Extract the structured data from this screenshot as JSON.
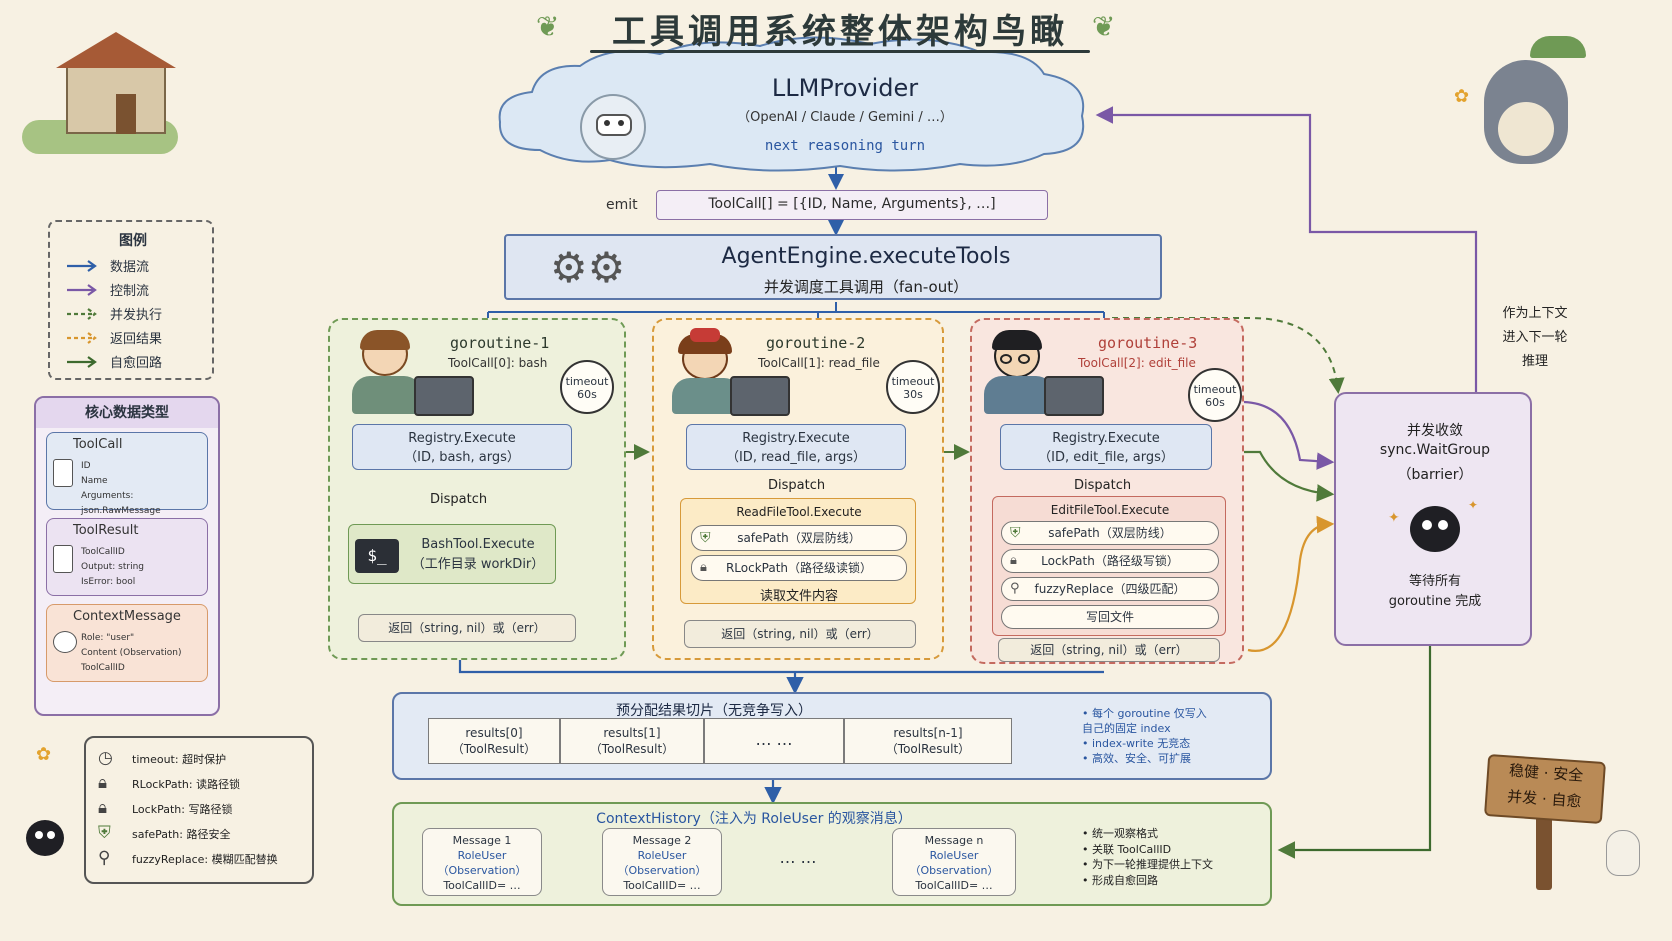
{
  "title": "工具调用系统整体架构鸟瞰",
  "llm": {
    "title": "LLMProvider",
    "subtitle": "（OpenAI / Claude / Gemini / …）",
    "turn": "next reasoning turn"
  },
  "emit": {
    "label": "emit",
    "signature": "ToolCall[]  =  [{ID, Name,  Arguments}, …]"
  },
  "engine": {
    "title": "AgentEngine.executeTools",
    "subtitle": "并发调度工具调用（fan-out）"
  },
  "lanes": [
    {
      "title": "goroutine-1",
      "sub": "ToolCall[0]: bash",
      "timeout": "timeout",
      "timeout_val": "60s",
      "reg_line1": "Registry.Execute",
      "reg_line2": "（ID, bash, args）",
      "dispatch": "Dispatch",
      "tool_line1": "BashTool.Execute",
      "tool_line2": "（工作目录 workDir）",
      "ret": "返回（string, nil）或（err）"
    },
    {
      "title": "goroutine-2",
      "sub": "ToolCall[1]: read_file",
      "timeout": "timeout",
      "timeout_val": "30s",
      "reg_line1": "Registry.Execute",
      "reg_line2": "（ID, read_file, args）",
      "dispatch": "Dispatch",
      "tool_head": "ReadFileTool.Execute",
      "pills": [
        "safePath（双层防线）",
        "RLockPath（路径级读锁）"
      ],
      "plain": "读取文件内容",
      "ret": "返回（string, nil）或（err）"
    },
    {
      "title": "goroutine-3",
      "sub": "ToolCall[2]: edit_file",
      "timeout": "timeout",
      "timeout_val": "60s",
      "reg_line1": "Registry.Execute",
      "reg_line2": "（ID, edit_file, args）",
      "dispatch": "Dispatch",
      "tool_head": "EditFileTool.Execute",
      "pills": [
        "safePath（双层防线）",
        "LockPath（路径级写锁）",
        "fuzzyReplace（四级匹配）",
        "写回文件"
      ],
      "ret": "返回（string, nil）或（err）"
    }
  ],
  "barrier": {
    "line1": "并发收敛",
    "line2": "sync.WaitGroup",
    "line3": "（barrier）",
    "wait1": "等待所有",
    "wait2": "goroutine 完成"
  },
  "side_note": [
    "作为上下文",
    "进入下一轮",
    "推理"
  ],
  "results": {
    "title": "预分配结果切片（无竞争写入）",
    "cells": [
      {
        "a": "results[0]",
        "b": "（ToolResult）"
      },
      {
        "a": "results[1]",
        "b": "（ToolResult）"
      },
      {
        "a": "… …",
        "b": ""
      },
      {
        "a": "results[n-1]",
        "b": "（ToolResult）"
      }
    ],
    "notes": [
      "•  每个 goroutine 仅写入",
      "   自己的固定 index",
      "•  index-write 无竞态",
      "•  高效、安全、可扩展"
    ]
  },
  "context": {
    "title": "ContextHistory（注入为 RoleUser 的观察消息）",
    "messages": [
      {
        "a": "Message 1",
        "role": "RoleUser",
        "obs": "（Observation）",
        "id": "ToolCallID= …"
      },
      {
        "a": "Message 2",
        "role": "RoleUser",
        "obs": "（Observation）",
        "id": "ToolCallID= …"
      },
      {
        "a": "Message n",
        "role": "RoleUser",
        "obs": "（Observation）",
        "id": "ToolCallID= …"
      }
    ],
    "dots": "… …",
    "notes": [
      "•  统一观察格式",
      "•  关联 ToolCallID",
      "•  为下一轮推理提供上下文",
      "•  形成自愈回路"
    ]
  },
  "legend": {
    "title": "图例",
    "items": [
      {
        "label": "数据流",
        "color": "#2f5fa8",
        "dash": false
      },
      {
        "label": "控制流",
        "color": "#7a58a6",
        "dash": false
      },
      {
        "label": "并发执行",
        "color": "#4f7a3a",
        "dash": true
      },
      {
        "label": "返回结果",
        "color": "#d8962e",
        "dash": true
      },
      {
        "label": "自愈回路",
        "color": "#3d6a2e",
        "dash": false
      }
    ]
  },
  "core": {
    "title": "核心数据类型",
    "cards": [
      {
        "title": "ToolCall",
        "fields": [
          "ID",
          "Name",
          "Arguments: json.RawMessage"
        ],
        "border": "#5b76a8",
        "bg": "#e3eaf4"
      },
      {
        "title": "ToolResult",
        "fields": [
          "ToolCallID",
          "Output: string",
          "IsError: bool"
        ],
        "border": "#8b6fa6",
        "bg": "#ece3f2"
      },
      {
        "title": "ContextMessage",
        "fields": [
          "Role: \"user\"",
          "Content (Observation)",
          "ToolCallID"
        ],
        "border": "#d79a6a",
        "bg": "#f9e3d6"
      }
    ]
  },
  "icon_legend": [
    {
      "icon": "clock-icon",
      "text": "timeout: 超时保护"
    },
    {
      "icon": "lock-icon",
      "text": "RLockPath: 读路径锁"
    },
    {
      "icon": "lock-icon",
      "text": "LockPath: 写路径锁"
    },
    {
      "icon": "shield-icon",
      "text": "safePath: 路径安全"
    },
    {
      "icon": "magnifier-icon",
      "text": "fuzzyReplace: 模糊匹配替换"
    }
  ],
  "sign": {
    "line1": "稳健 · 安全",
    "line2": "并发 · 自愈"
  }
}
